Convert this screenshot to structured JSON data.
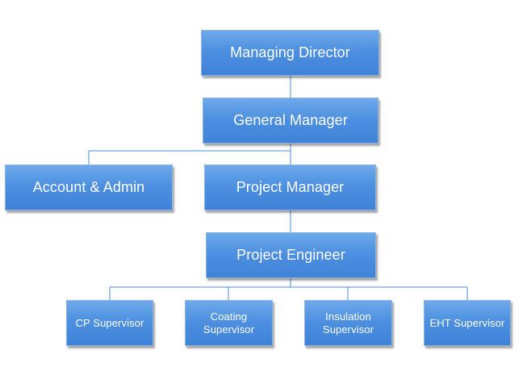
{
  "colors": {
    "box_fill_top": "#6ea9ea",
    "box_fill_bottom": "#3f83d8",
    "connector": "#4a8bd8",
    "text": "#ffffff"
  },
  "org_chart": {
    "managing_director": "Managing Director",
    "general_manager": "General Manager",
    "account_admin": "Account & Admin",
    "project_manager": "Project Manager",
    "project_engineer": "Project Engineer",
    "cp_supervisor": "CP Supervisor",
    "coating_supervisor": "Coating Supervisor",
    "insulation_supervisor": "Insulation Supervisor",
    "eht_supervisor": "EHT Supervisor"
  }
}
